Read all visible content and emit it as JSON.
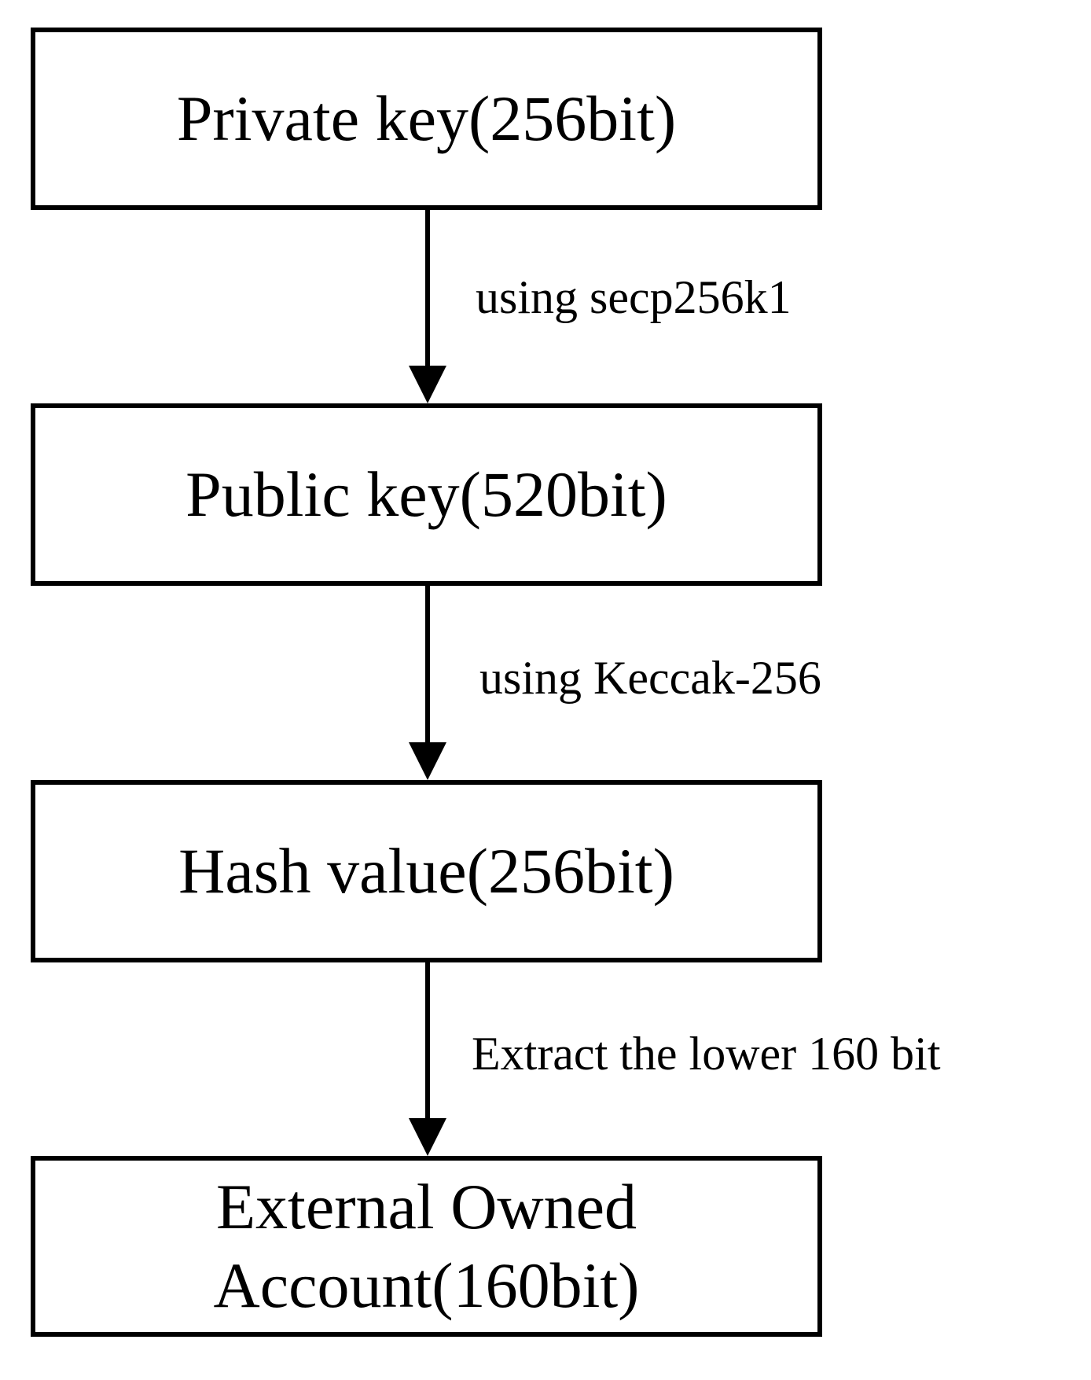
{
  "diagram": {
    "nodes": [
      {
        "label": "Private key(256bit)"
      },
      {
        "label": "Public key(520bit)"
      },
      {
        "label": "Hash value(256bit)"
      },
      {
        "label": "External Owned\nAccount(160bit)"
      }
    ],
    "edges": [
      {
        "label": "using secp256k1"
      },
      {
        "label": "using Keccak-256"
      },
      {
        "label": "Extract the lower 160 bit"
      }
    ]
  }
}
